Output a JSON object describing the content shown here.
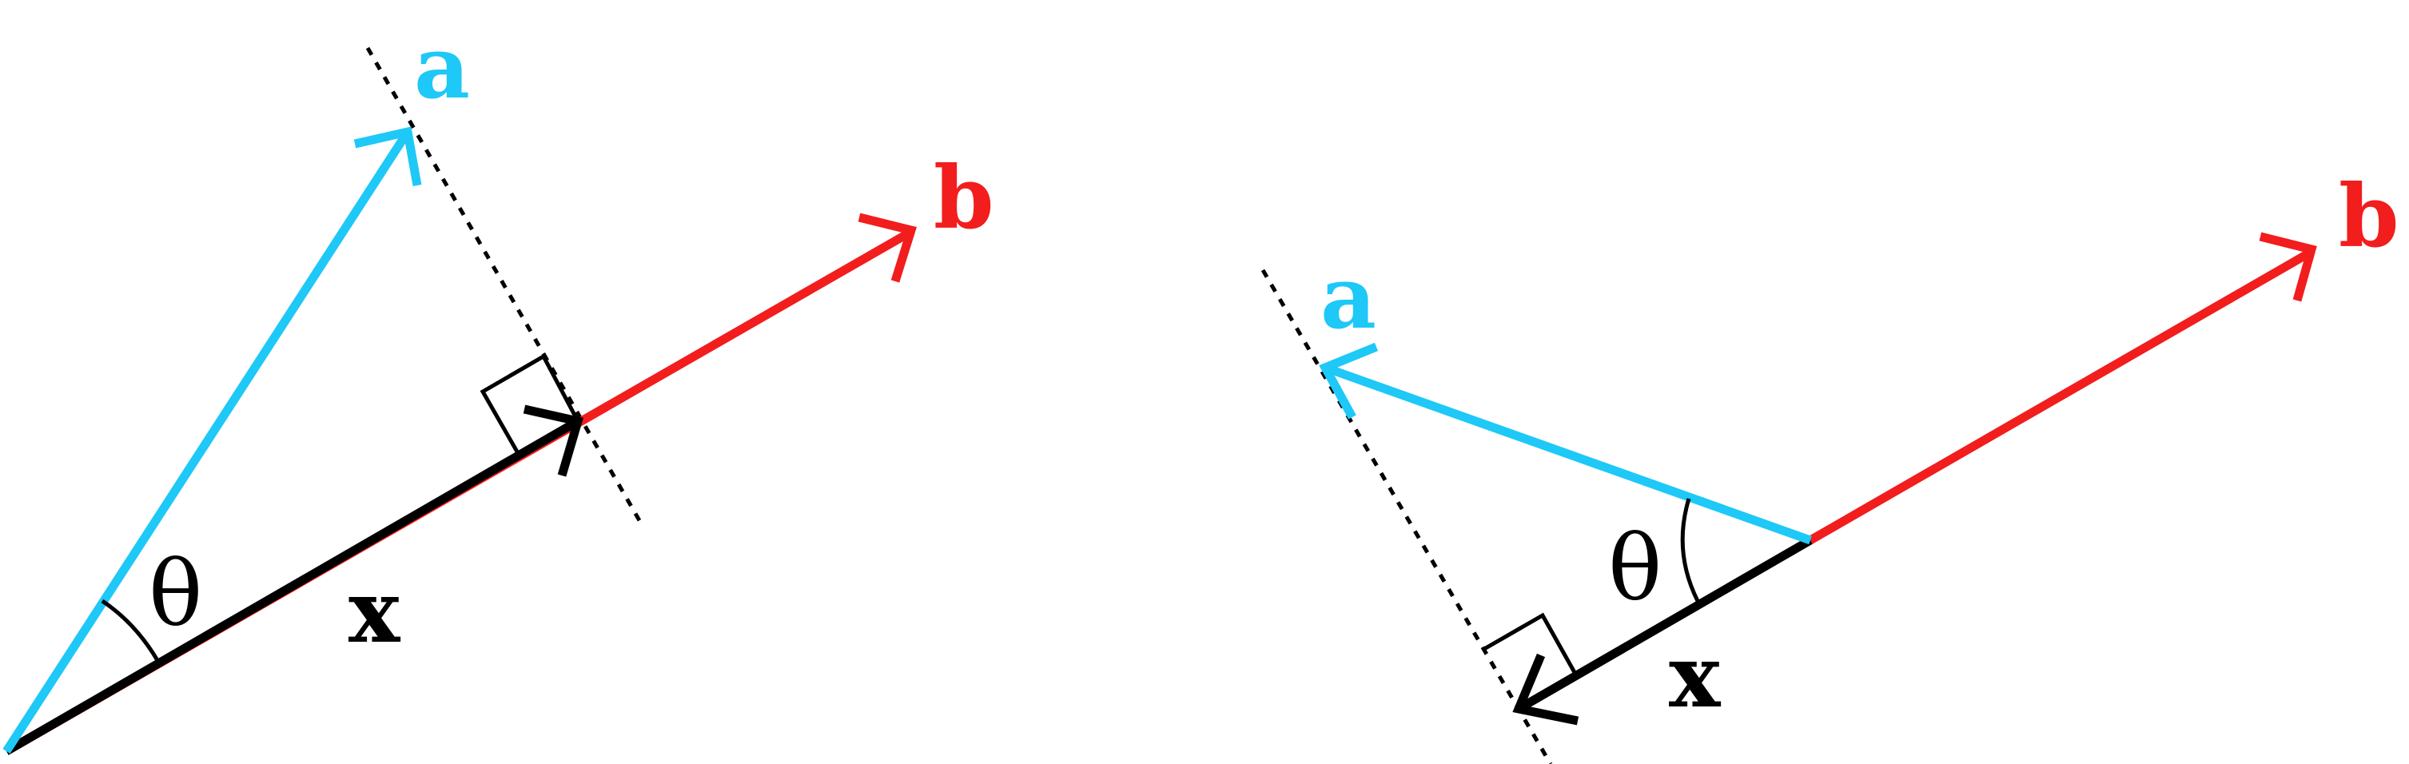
{
  "left_figure": {
    "label_a": "a",
    "label_b": "b",
    "label_x": "x",
    "label_theta": "θ"
  },
  "right_figure": {
    "label_a": "a",
    "label_b": "b",
    "label_x": "x",
    "label_theta": "θ"
  },
  "colors": {
    "vector_a": "#1ec8f7",
    "vector_b": "#f21d1d",
    "vector_x": "#000000"
  }
}
